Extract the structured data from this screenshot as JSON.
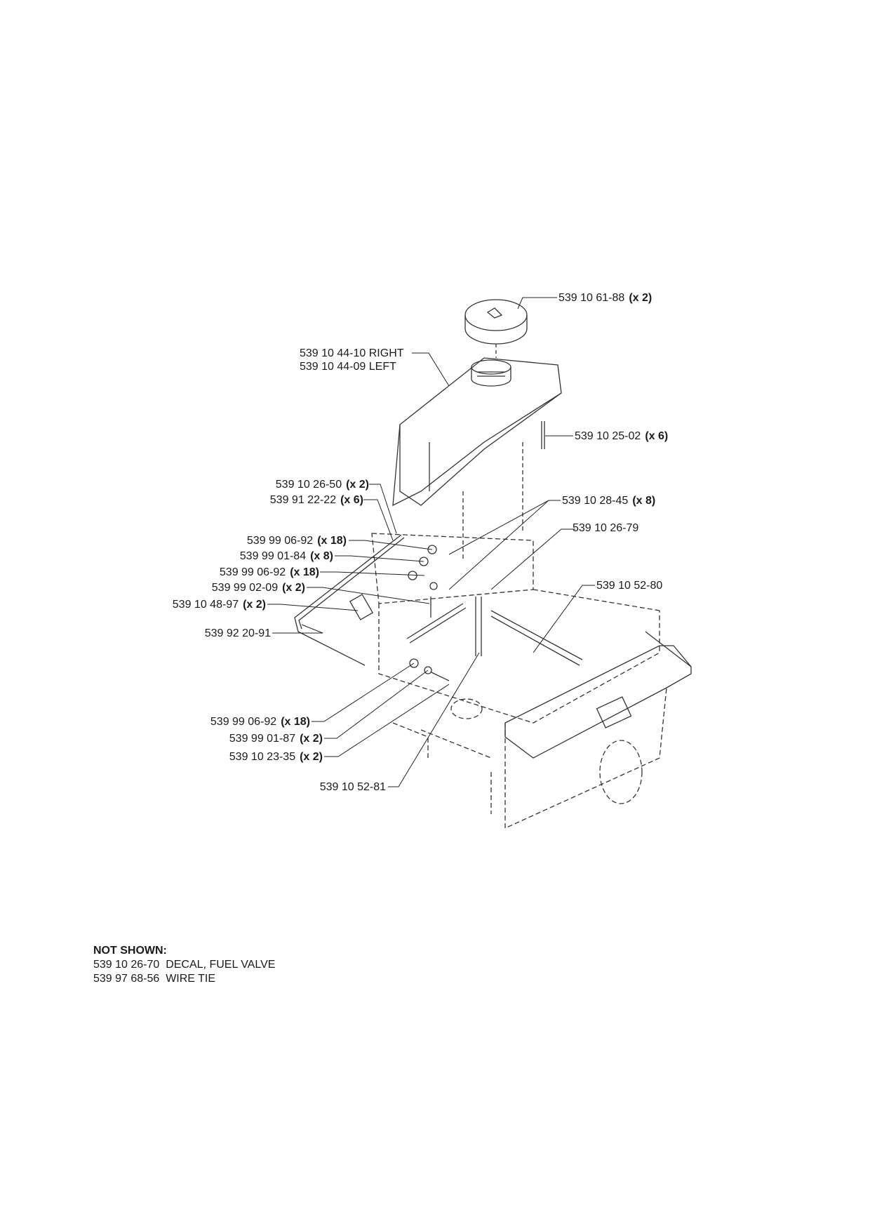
{
  "callouts": [
    {
      "id": "cap",
      "part": "539 10 61-88",
      "qty": "(x 2)"
    },
    {
      "id": "tank",
      "part": "539 10 44-10 RIGHT",
      "part2": "539 10 44-09 LEFT"
    },
    {
      "id": "stud",
      "part": "539 10 25-02",
      "qty": "(x 6)"
    },
    {
      "id": "c1",
      "part": "539 10 26-50",
      "qty": "(x 2)"
    },
    {
      "id": "c2",
      "part": "539 91 22-22",
      "qty": "(x 6)"
    },
    {
      "id": "c3",
      "part": "539 10 28-45",
      "qty": "(x 8)"
    },
    {
      "id": "c4",
      "part": "539 10 26-79",
      "qty": ""
    },
    {
      "id": "c5",
      "part": "539 99 06-92",
      "qty": "(x 18)"
    },
    {
      "id": "c6",
      "part": "539 99 01-84",
      "qty": "(x 8)"
    },
    {
      "id": "c7",
      "part": "539 99 06-92",
      "qty": "(x 18)"
    },
    {
      "id": "c8",
      "part": "539 99 02-09",
      "qty": "(x 2)"
    },
    {
      "id": "c9",
      "part": "539 10 52-80",
      "qty": ""
    },
    {
      "id": "c10",
      "part": "539 10 48-97",
      "qty": "(x 2)"
    },
    {
      "id": "c11",
      "part": "539 92 20-91",
      "qty": ""
    },
    {
      "id": "c12",
      "part": "539 99 06-92",
      "qty": "(x 18)"
    },
    {
      "id": "c13",
      "part": "539 99 01-87",
      "qty": "(x 2)"
    },
    {
      "id": "c14",
      "part": "539 10 23-35",
      "qty": "(x 2)"
    },
    {
      "id": "c15",
      "part": "539 10 52-81",
      "qty": ""
    }
  ],
  "not_shown": {
    "title": "NOT SHOWN:",
    "items": [
      {
        "part": "539 10 26-70",
        "desc": "DECAL, FUEL VALVE"
      },
      {
        "part": "539 97 68-56",
        "desc": "WIRE TIE"
      }
    ]
  }
}
